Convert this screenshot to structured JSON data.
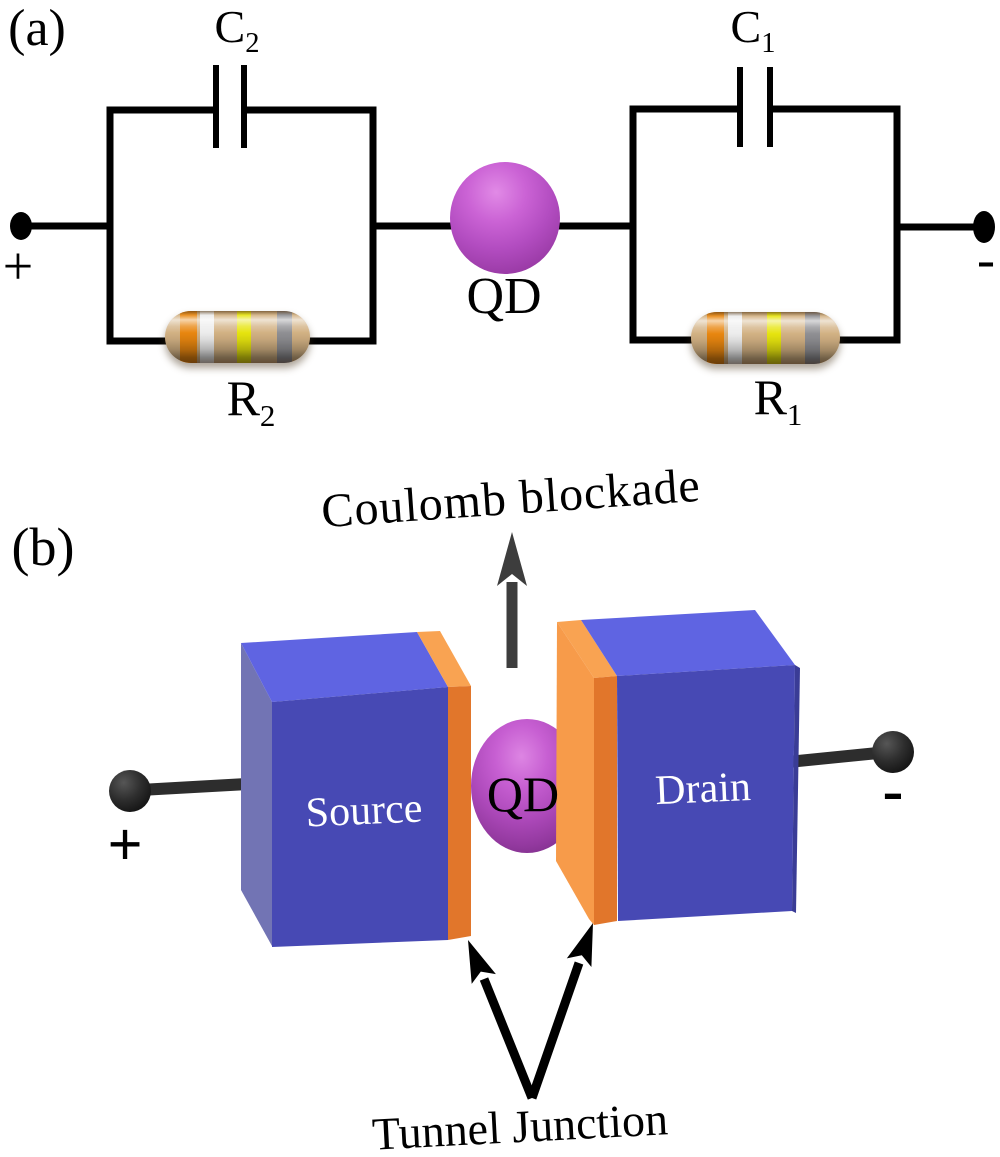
{
  "figure": {
    "panel_a": {
      "label": "(a)",
      "capacitor_2": {
        "base": "C",
        "sub": "2"
      },
      "capacitor_1": {
        "base": "C",
        "sub": "1"
      },
      "resistor_2": {
        "base": "R",
        "sub": "2"
      },
      "resistor_1": {
        "base": "R",
        "sub": "1"
      },
      "quantum_dot": "QD",
      "positive_terminal": "+",
      "negative_terminal": "-"
    },
    "panel_b": {
      "label": "(b)",
      "coulomb_blockade": "Coulomb blockade",
      "source": "Source",
      "drain": "Drain",
      "quantum_dot": "QD",
      "tunnel_junction": "Tunnel Junction",
      "positive_terminal": "+",
      "negative_terminal": "-"
    },
    "colors": {
      "wire": "#000000",
      "electrode_front": "#4749b4",
      "electrode_top": "#5f64e2",
      "electrode_side": "#7274b4",
      "electrode_edge": "#3a3c96",
      "tunnel_barrier_front": "#e1762b",
      "tunnel_barrier_light": "#f79b4a",
      "tunnel_barrier_top": "#f9a352",
      "quantum_dot": "#b14cc0",
      "resistor_body": "#d2b183",
      "band_orange": "#e8860f",
      "band_white": "#ececec",
      "band_yellow": "#e6e40e",
      "band_gray": "#8f8f93",
      "lead": "#2d2d2d",
      "arrow": "#3d3d3d",
      "text": "#000000",
      "electrode_text": "#ffffff"
    }
  }
}
